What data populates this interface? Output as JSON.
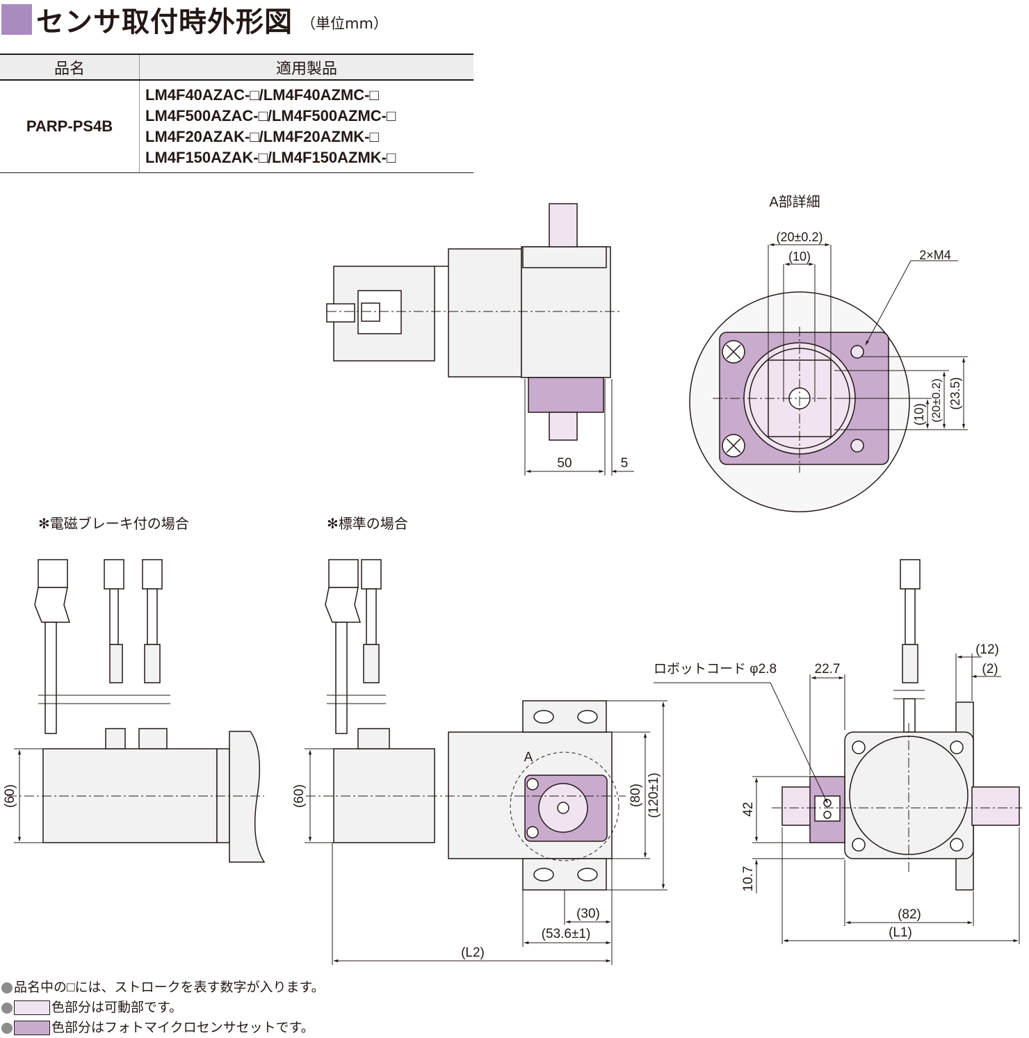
{
  "header": {
    "title": "センサ取付時外形図",
    "unit": "（単位mm）",
    "accent_color": "#a98bbf"
  },
  "table": {
    "col_name": "品名",
    "col_products": "適用製品",
    "product_name": "PARP-PS4B",
    "models": [
      "LM4F40AZAC-□/LM4F40AZMC-□",
      "LM4F500AZAC-□/LM4F500AZMC-□",
      "LM4F20AZAK-□/LM4F20AZMK-□",
      "LM4F150AZAK-□/LM4F150AZMK-□"
    ]
  },
  "labels": {
    "detail_a": "A部詳細",
    "brake_case": "✻電磁ブレーキ付の場合",
    "standard_case": "✻標準の場合",
    "a_mark": "A",
    "robot_cord": "ロボットコード φ2.8",
    "screw": "2×M4"
  },
  "dims": {
    "d50": "50",
    "d5": "5",
    "d20_02": "(20±0.2)",
    "d10": "(10)",
    "d23_5": "(23.5)",
    "d60": "(60)",
    "d80": "(80)",
    "d120": "(120±1)",
    "d30": "(30)",
    "d53_6": "(53.6±1)",
    "dL2": "(L2)",
    "d22_7": "22.7",
    "d12": "(12)",
    "d2": "(2)",
    "d42": "42",
    "d10_7": "10.7",
    "d82": "(82)",
    "dL1": "(L1)"
  },
  "notes": {
    "n1": "品名中の□には、ストロークを表す数字が入ります。",
    "n2": "色部分は可動部です。",
    "n3": "色部分はフォトマイクロセンサセットです。",
    "movable_color": "#efe4f0",
    "sensor_color": "#c9abcd"
  }
}
